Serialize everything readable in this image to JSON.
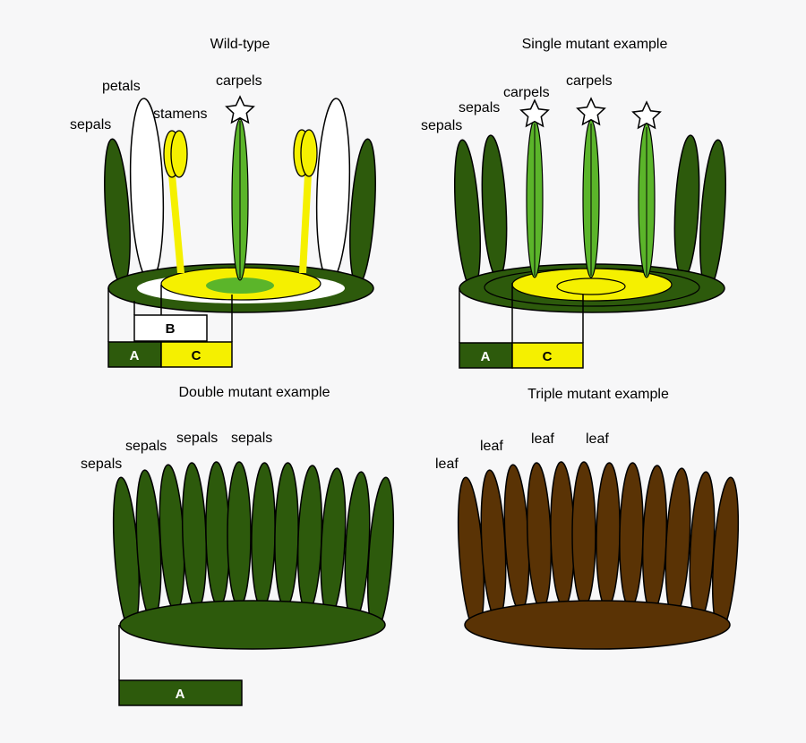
{
  "colors": {
    "background": "#f7f7f8",
    "sepal": "#2d5a0c",
    "petal": "#ffffff",
    "stamen": "#f5f000",
    "carpel": "#5bb52a",
    "leaf": "#5a3305",
    "outline": "#000000"
  },
  "icons": {
    "carpel_tip": "star-icon"
  },
  "panels": {
    "wild_type": {
      "title": "Wild-type",
      "labels": {
        "sepals": "sepals",
        "petals": "petals",
        "stamens": "stamens",
        "carpels": "carpels"
      },
      "boxes": {
        "a": "A",
        "b": "B",
        "c": "C"
      }
    },
    "single": {
      "title": "Single mutant example",
      "labels": {
        "sepals_1": "sepals",
        "sepals_2": "sepals",
        "carpels_1": "carpels",
        "carpels_2": "carpels"
      },
      "boxes": {
        "a": "A",
        "c": "C"
      }
    },
    "double": {
      "title": "Double mutant example",
      "labels": {
        "sepals_1": "sepals",
        "sepals_2": "sepals",
        "sepals_3": "sepals",
        "sepals_4": "sepals"
      },
      "boxes": {
        "a": "A"
      }
    },
    "triple": {
      "title": "Triple mutant example",
      "labels": {
        "leaf_1": "leaf",
        "leaf_2": "leaf",
        "leaf_3": "leaf",
        "leaf_4": "leaf"
      }
    }
  }
}
